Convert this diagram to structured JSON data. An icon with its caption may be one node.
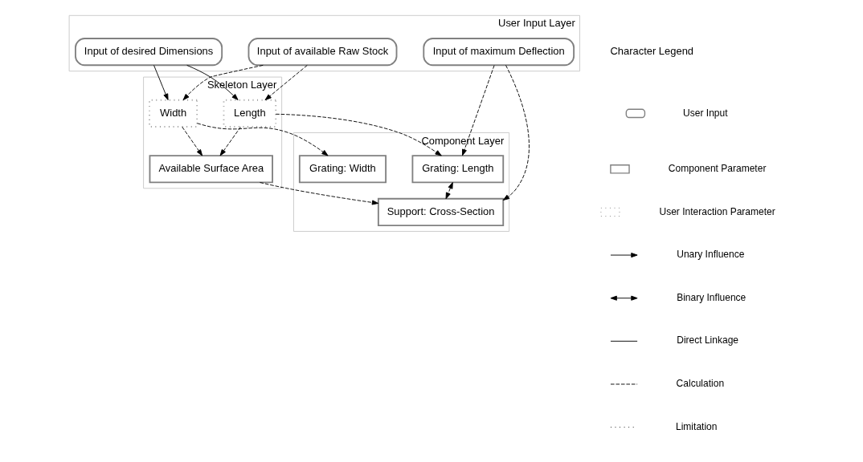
{
  "diagram": {
    "nodes": [
      {
        "text": [
          "User Input Layer"
        ]
      },
      {
        "text": [
          "Input of available Raw Stock"
        ],
        "in": 0
      },
      {
        "text": [
          "Input of desired Dimensions"
        ],
        "in": 0
      },
      {
        "text": [
          "Input of maximum Deflection"
        ],
        "in": 0
      },
      {
        "text": [
          "Skeleton Layer"
        ]
      },
      {
        "text": [
          "Width"
        ],
        "in": 4
      },
      {
        "text": [
          "Length"
        ],
        "in": 4
      },
      {
        "text": [
          "Available Surface Area"
        ],
        "in": 4
      },
      {
        "text": [
          "Component Layer"
        ]
      },
      {
        "text": [
          "Grating: Width"
        ],
        "in": 8
      },
      {
        "text": [
          "Grating: Length"
        ],
        "in": 8
      },
      {
        "text": [
          "Support: Cross-Section"
        ],
        "in": 8
      }
    ],
    "edges": [
      {
        "from": 1,
        "to": 6,
        "arrow": "to",
        "style": "dashed"
      },
      {
        "from": 1,
        "to": 5,
        "arrow": "to",
        "style": "dashed"
      },
      {
        "from": 2,
        "to": 6,
        "arrow": "to"
      },
      {
        "from": 2,
        "to": 5,
        "arrow": "to"
      },
      {
        "from": 3,
        "to": 10,
        "arrow": "to",
        "style": "dashed"
      },
      {
        "from": 3,
        "to": 11,
        "arrow": "to",
        "style": "dashed"
      },
      {
        "from": 5,
        "to": 7,
        "arrow": "to",
        "style": "dashed"
      },
      {
        "from": 6,
        "to": 7,
        "arrow": "to",
        "style": "dashed"
      },
      {
        "from": 5,
        "to": 9,
        "arrow": "to",
        "style": "dashed"
      },
      {
        "from": 6,
        "to": 10,
        "arrow": "to",
        "style": "dashed"
      },
      {
        "from": 7,
        "to": 11,
        "arrow": "to",
        "style": "dashed"
      },
      {
        "from": 10,
        "to": 11,
        "arrow": "both",
        "style": "dashed"
      }
    ],
    "labels": [
      "Character Legend"
    ],
    "legend": [
      {
        "text": "User Input"
      },
      {
        "text": "Component Parameter"
      },
      {
        "text": "User Interaction Parameter"
      },
      {
        "text": "Unary Influence"
      },
      {
        "text": "Binary Influence"
      },
      {
        "text": "Direct Linkage"
      },
      {
        "text": "Calculation"
      },
      {
        "text": "Limitation"
      }
    ]
  }
}
